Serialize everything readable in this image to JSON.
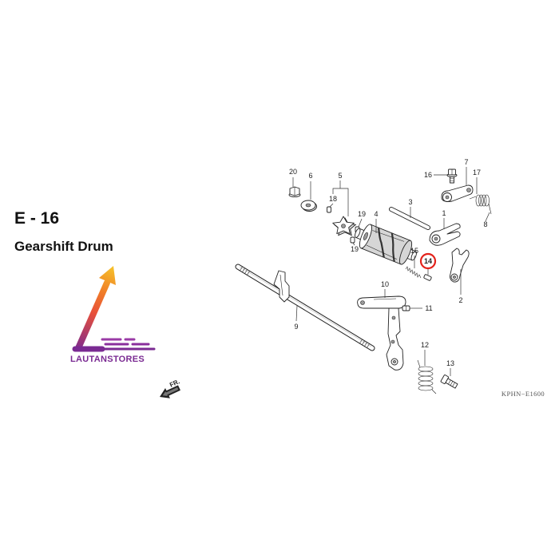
{
  "header": {
    "code": "E - 16",
    "title": "Gearshift Drum"
  },
  "logo": {
    "text": "LAUTANSTORES"
  },
  "direction": {
    "label": "FR."
  },
  "diagram": {
    "ref_code": "KPHN−E1600",
    "part_labels": [
      "20",
      "6",
      "5",
      "18",
      "19",
      "4",
      "3",
      "16",
      "7",
      "17",
      "1",
      "8",
      "19",
      "15",
      "14",
      "2",
      "10",
      "11",
      "9",
      "12",
      "13"
    ]
  },
  "colors": {
    "highlight_ring": "#e3221b",
    "logo_purple": "#7a2a92",
    "logo_orange": "#f07d28",
    "logo_yellow": "#f6c22a"
  }
}
